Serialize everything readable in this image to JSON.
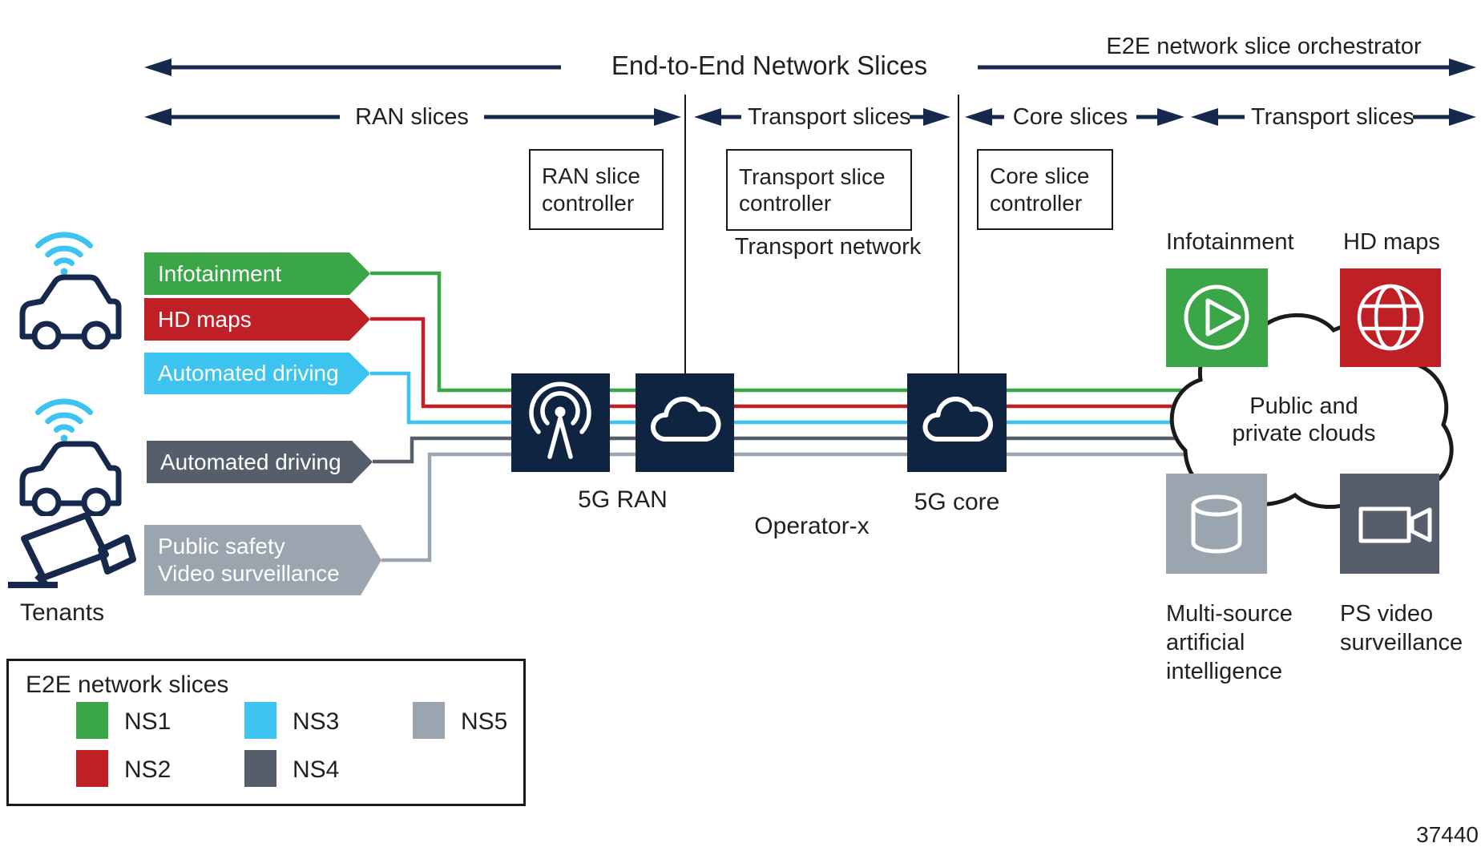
{
  "colors": {
    "ns1": "#3aa648",
    "ns2": "#bf2026",
    "ns3": "#3cc3f0",
    "ns4": "#555e6a",
    "ns5": "#9ba5b0",
    "navy": "#0f2440",
    "arrow": "#16294d",
    "ink": "#231f20",
    "wifi": "#3cc3f0",
    "outline": "#1a1a1a"
  },
  "header": {
    "orchestrator_label": "E2E network slice orchestrator",
    "e2e_arrow_label": "End-to-End Network Slices",
    "sections": [
      {
        "label": "RAN slices"
      },
      {
        "label": "Transport slices"
      },
      {
        "label": "Core slices"
      },
      {
        "label": "Transport slices"
      }
    ]
  },
  "controllers": {
    "ran": "RAN slice controller",
    "transport": "Transport slice controller",
    "core": "Core slice controller",
    "transport_network": "Transport network"
  },
  "tenants": {
    "label": "Tenants",
    "banners": [
      {
        "slice": "NS1",
        "label": "Infotainment"
      },
      {
        "slice": "NS2",
        "label": "HD maps"
      },
      {
        "slice": "NS3",
        "label": "Automated driving"
      },
      {
        "slice": "NS4",
        "label": "Automated driving"
      },
      {
        "slice": "NS5",
        "label": "Public safety\nVideo surveillance"
      }
    ]
  },
  "network": {
    "ran_label": "5G RAN",
    "operator_label": "Operator-x",
    "core_label": "5G core"
  },
  "cloud_label": "Public and\nprivate clouds",
  "services": [
    {
      "label": "Infotainment"
    },
    {
      "label": "HD maps"
    },
    {
      "label": "Multi-source\nartificial\nintelligence"
    },
    {
      "label": "PS video\nsurveillance"
    }
  ],
  "legend": {
    "title": "E2E network slices",
    "items": [
      {
        "label": "NS1"
      },
      {
        "label": "NS2"
      },
      {
        "label": "NS3"
      },
      {
        "label": "NS4"
      },
      {
        "label": "NS5"
      }
    ]
  },
  "figure_number": "37440"
}
